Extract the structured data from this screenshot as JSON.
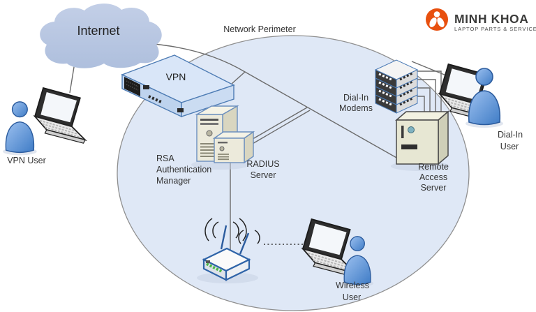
{
  "brand": {
    "name": "MINH KHOA",
    "tagline": "LAPTOP PARTS & SERVICES",
    "logo_color": "#e8500f"
  },
  "diagram": {
    "internet": "Internet",
    "perimeter": "Network Perimeter",
    "vpn": "VPN",
    "rsa": {
      "line1": "RSA",
      "line2": "Authentication",
      "line3": "Manager"
    },
    "radius": {
      "line1": "RADIUS",
      "line2": "Server"
    },
    "modems": {
      "line1": "Dial-In",
      "line2": "Modems"
    },
    "ras": {
      "line1": "Remote",
      "line2": "Access",
      "line3": "Server"
    },
    "vpn_user": "VPN User",
    "dialin_user": {
      "line1": "Dial-In",
      "line2": "User"
    },
    "wireless_user": {
      "line1": "Wireless",
      "line2": "User"
    },
    "colors": {
      "perimeter_fill": "#dfe8f6",
      "cloud_fill": "#b7c5e1",
      "vpn_device_fill": "#d6e4f7",
      "server_fill": "#ece9d8",
      "person_fill": "#5b93d6",
      "device_outline_blue": "#4a7ab5",
      "connection_line": "#6b6b6b",
      "router_led_green": "#4db848"
    }
  }
}
